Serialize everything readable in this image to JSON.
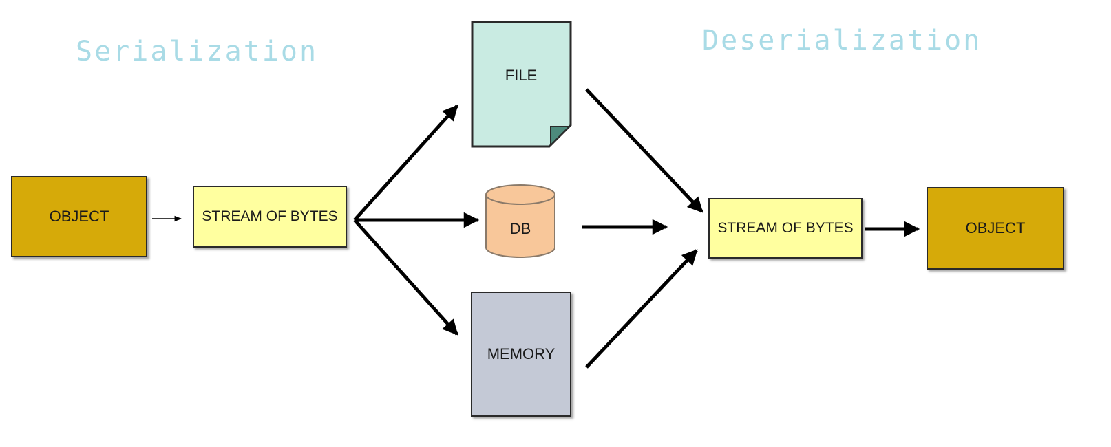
{
  "titles": {
    "serialization": "Serialization",
    "deserialization": "Deserialization"
  },
  "nodes": {
    "object_left": "OBJECT",
    "stream_left": "STREAM OF BYTES",
    "file": "FILE",
    "db": "DB",
    "memory": "MEMORY",
    "stream_right": "STREAM OF BYTES",
    "object_right": "OBJECT"
  },
  "colors": {
    "title": "#a9dbe6",
    "object": "#d6aa09",
    "stream": "#ffff9f",
    "file": "#c9ebe2",
    "file_fold": "#4d8a7c",
    "db": "#f8c79a",
    "memory": "#c4c9d6",
    "arrow": "#000000"
  }
}
